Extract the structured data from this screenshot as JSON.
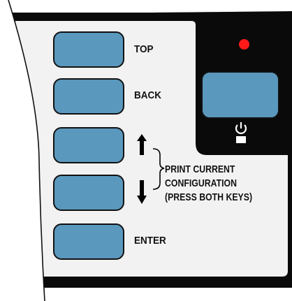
{
  "labels": {
    "top": "TOP",
    "back": "BACK",
    "config_line1": "PRINT CURRENT",
    "config_line2": "CONFIGURATION",
    "config_line3": "(PRESS BOTH KEYS)",
    "enter": "ENTER"
  },
  "icons": {
    "up_arrow": "up-arrow-icon",
    "down_arrow": "down-arrow-icon",
    "brace": "brace-icon",
    "power": "power-icon",
    "status_led": "status-led-icon"
  },
  "colors": {
    "button_fill": "#5b98bd",
    "panel_frame": "#0a0a0a",
    "panel_face": "#f2f2f2",
    "led": "#ff1a1a"
  }
}
